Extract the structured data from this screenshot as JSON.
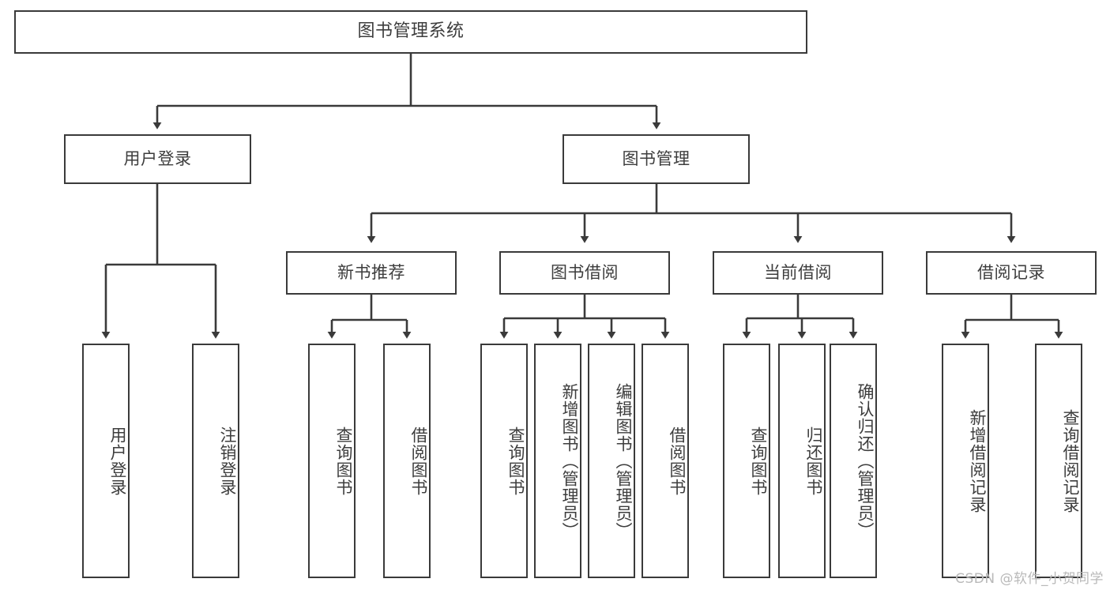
{
  "diagram": {
    "title": "图书管理系统",
    "type": "tree-hierarchy-chart",
    "colors": {
      "box_border": "#3a3a3a",
      "box_fill": "#ffffff",
      "text": "#3d3d3d",
      "edge": "#3a3a3a",
      "background": "#ffffff",
      "watermark": "#b9b9b9"
    },
    "root": {
      "label": "图书管理系统"
    },
    "level2": [
      {
        "label": "用户登录"
      },
      {
        "label": "图书管理"
      }
    ],
    "level3": [
      {
        "label": "新书推荐"
      },
      {
        "label": "图书借阅"
      },
      {
        "label": "当前借阅"
      },
      {
        "label": "借阅记录"
      }
    ],
    "leaves": {
      "user_login": [
        {
          "label": "用户登录"
        },
        {
          "label": "注销登录"
        }
      ],
      "new_book_recommend": [
        {
          "label": "查询图书"
        },
        {
          "label": "借阅图书"
        }
      ],
      "book_borrow": [
        {
          "label": "查询图书"
        },
        {
          "label": "新增图书（管理员）"
        },
        {
          "label": "编辑图书（管理员）"
        },
        {
          "label": "借阅图书"
        }
      ],
      "current_borrow": [
        {
          "label": "查询图书"
        },
        {
          "label": "归还图书"
        },
        {
          "label": "确认归还（管理员）"
        }
      ],
      "borrow_record": [
        {
          "label": "新增借阅记录"
        },
        {
          "label": "查询借阅记录"
        }
      ]
    }
  },
  "watermark": {
    "text": "CSDN @软件_小贺同学"
  }
}
